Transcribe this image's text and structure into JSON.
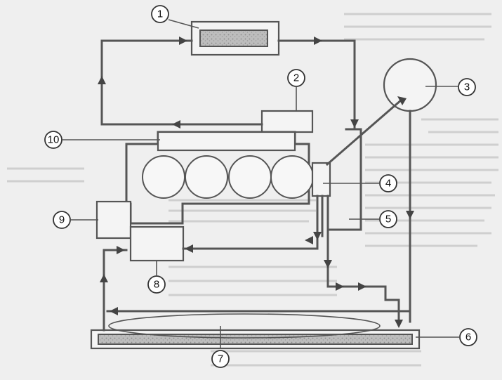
{
  "callouts": [
    {
      "id": "1",
      "label": "1"
    },
    {
      "id": "2",
      "label": "2"
    },
    {
      "id": "3",
      "label": "3"
    },
    {
      "id": "4",
      "label": "4"
    },
    {
      "id": "5",
      "label": "5"
    },
    {
      "id": "6",
      "label": "6"
    },
    {
      "id": "7",
      "label": "7"
    },
    {
      "id": "8",
      "label": "8"
    },
    {
      "id": "9",
      "label": "9"
    },
    {
      "id": "10",
      "label": "10"
    }
  ],
  "colors": {
    "line": "#555555",
    "background": "#efefef"
  }
}
